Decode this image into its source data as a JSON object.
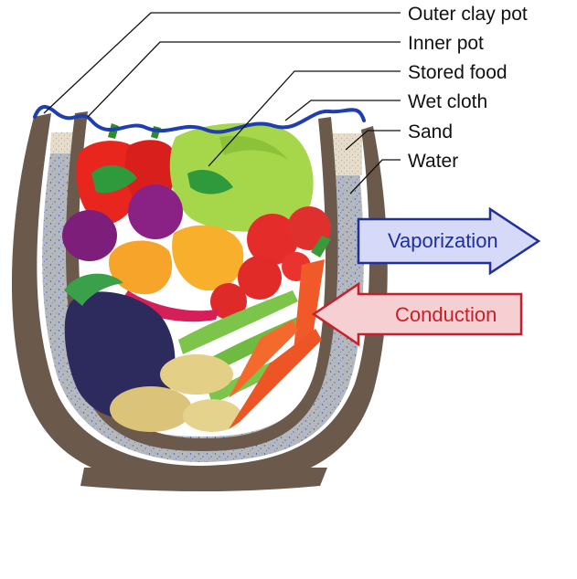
{
  "labels": {
    "outer_clay_pot": "Outer clay pot",
    "inner_pot": "Inner pot",
    "stored_food": "Stored food",
    "wet_cloth": "Wet cloth",
    "sand": "Sand",
    "water": "Water"
  },
  "arrows": {
    "vaporization": "Vaporization",
    "conduction": "Conduction"
  },
  "colors": {
    "clay": "#6b5a4b",
    "sand_fill": "#b9bcc0",
    "wet_cloth": "#1f3fb0",
    "vaporization_fill": "#d6d9f7",
    "vaporization_stroke": "#1e2f9e",
    "conduction_fill": "#f6cfd2",
    "conduction_stroke": "#c8202a"
  }
}
